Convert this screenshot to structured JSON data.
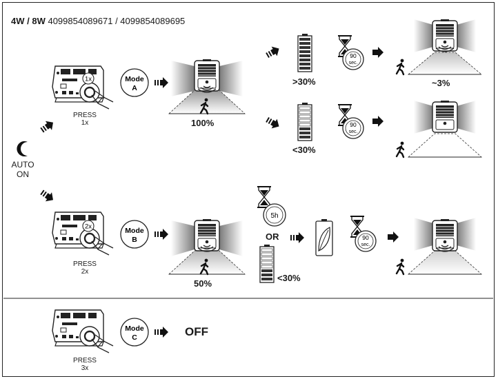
{
  "header": {
    "model": "4W / 8W",
    "codes": "4099854089671 / 4099854089695"
  },
  "auto": {
    "line1": "AUTO",
    "line2": "ON"
  },
  "modes": [
    {
      "letter_word": "Mode",
      "letter": "A",
      "press_label": "PRESS",
      "press_count": "1x",
      "badge": "1x",
      "brightness": "100%"
    },
    {
      "letter_word": "Mode",
      "letter": "B",
      "press_label": "PRESS",
      "press_count": "2x",
      "badge": "2x",
      "brightness": "50%"
    },
    {
      "letter_word": "Mode",
      "letter": "C",
      "press_label": "PRESS",
      "press_count": "3x",
      "badge": "",
      "brightness": "OFF"
    }
  ],
  "mode_a_branches": [
    {
      "battery": ">30%",
      "timer": "90",
      "timer_unit": "sec.",
      "result": "~3%"
    },
    {
      "battery": "<30%",
      "timer": "90",
      "timer_unit": "sec.",
      "result": ""
    }
  ],
  "mode_b": {
    "timer": "5h",
    "or_label": "OR",
    "battery": "<30%",
    "timer2": "90",
    "timer2_unit": "sec."
  }
}
